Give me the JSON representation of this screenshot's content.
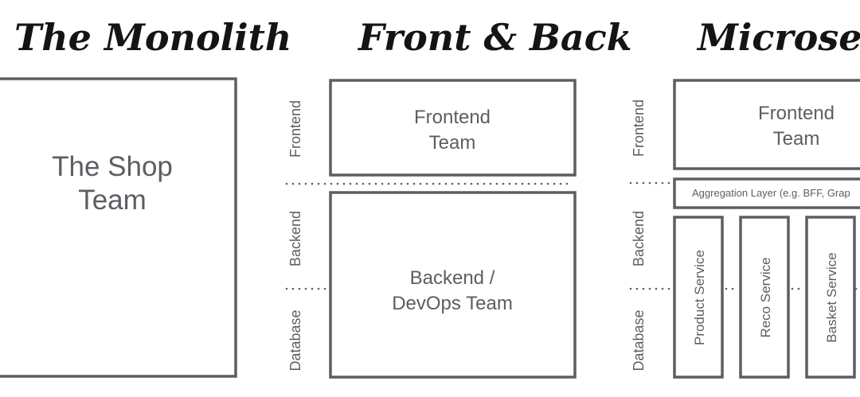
{
  "colors": {
    "title": "#141414",
    "stroke": "#5b5e62",
    "text": "#5b5e62",
    "background": "#ffffff"
  },
  "monolith": {
    "title": "The Monolith",
    "team_line1": "The Shop",
    "team_line2": "Team"
  },
  "front_back": {
    "title": "Front & Back",
    "layer_frontend": "Frontend",
    "layer_backend": "Backend",
    "layer_database": "Database",
    "frontend_line1": "Frontend",
    "frontend_line2": "Team",
    "backend_line1": "Backend /",
    "backend_line2": "DevOps Team"
  },
  "microservices": {
    "title": "Microservic",
    "layer_frontend": "Frontend",
    "layer_backend": "Backend",
    "layer_database": "Database",
    "frontend_line1": "Frontend",
    "frontend_line2": "Team",
    "aggregation_label": "Aggregation Layer (e.g. BFF, Grap",
    "services": [
      "Product Service",
      "Reco Service",
      "Basket Service"
    ]
  }
}
